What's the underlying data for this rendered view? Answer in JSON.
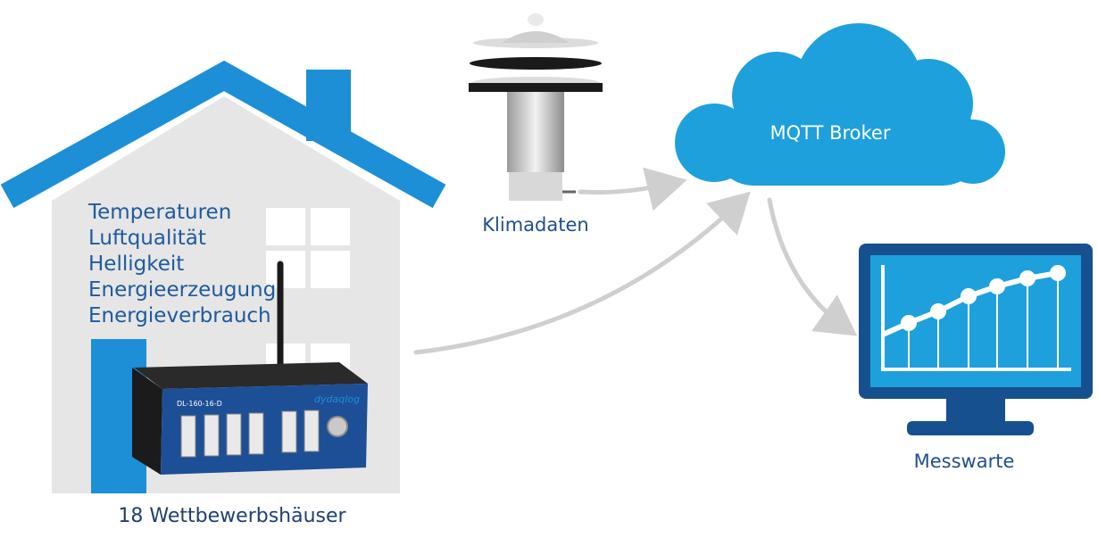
{
  "house": {
    "label": "18 Wettbewerbshäuser",
    "measurements": [
      "Temperaturen",
      "Luftqualität",
      "Helligkeit",
      "Energieerzeugung",
      "Energieverbrauch"
    ]
  },
  "datalogger": {
    "brand": "dydaqlog",
    "model": "DL-160-16-D"
  },
  "weather_station": {
    "label": "Klimadaten"
  },
  "broker": {
    "label": "MQTT Broker"
  },
  "control_room": {
    "label": "Messwarte"
  },
  "colors": {
    "brand_blue": "#1c8fd6",
    "cloud_blue": "#1ea0dc",
    "dark_blue": "#1f5a9c",
    "arrow_gray": "#cfcfcf",
    "house_gray": "#e6e6e6"
  }
}
